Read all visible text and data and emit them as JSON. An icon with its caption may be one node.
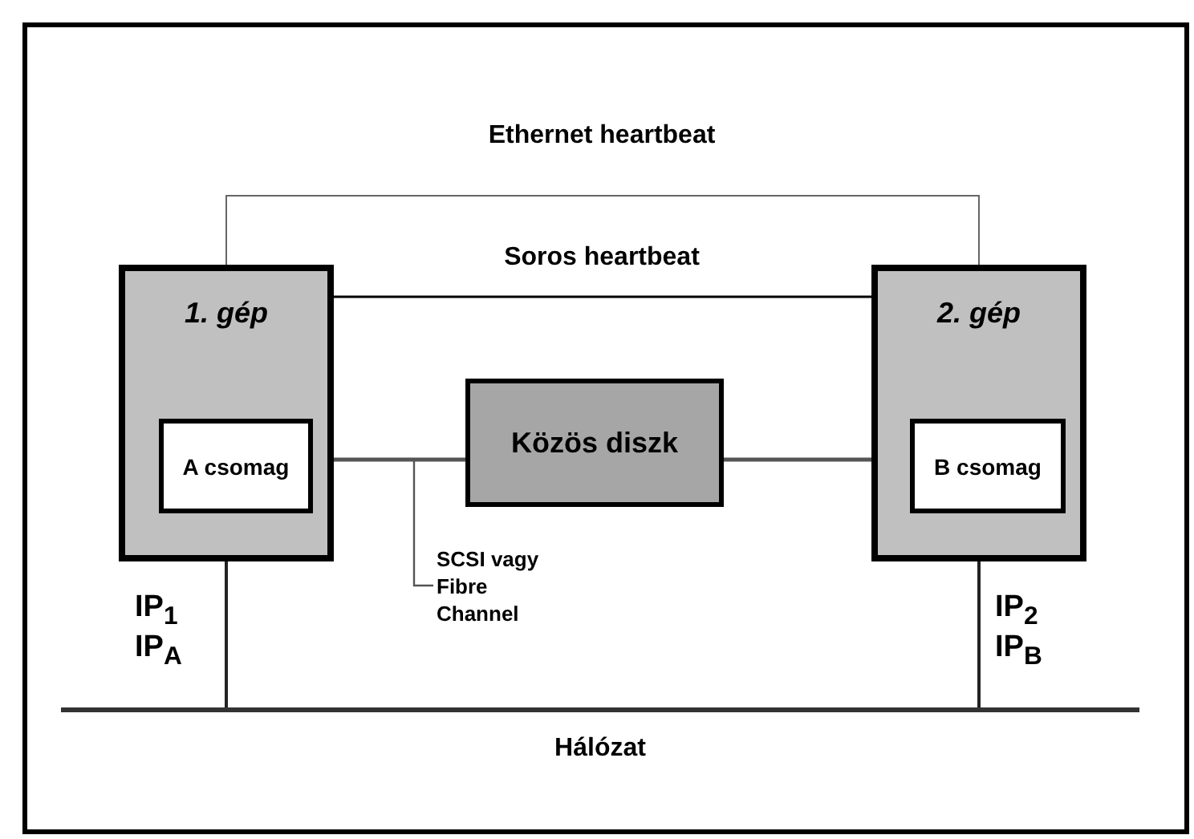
{
  "diagram": {
    "nodes": [
      {
        "text": [
          "1. gép"
        ]
      },
      {
        "text": [
          "A csomag"
        ],
        "in": 0
      },
      {
        "text": [
          "2. gép"
        ]
      },
      {
        "text": [
          "B csomag"
        ],
        "in": 2
      },
      {
        "text": [
          "Közös diszk"
        ]
      },
      {
        "text": [
          "Hálózat"
        ]
      },
      {
        "text": [
          "SCSI vagy Fibre Channel"
        ]
      }
    ],
    "edges": [
      {
        "from": 0,
        "to": 2,
        "arrow": "none",
        "label": "Ethernet heartbeat"
      },
      {
        "from": 0,
        "to": 2,
        "arrow": "none",
        "label": "Soros heartbeat"
      },
      {
        "from": 1,
        "to": 4,
        "arrow": "none"
      },
      {
        "from": 4,
        "to": 3,
        "arrow": "none"
      },
      {
        "from": 6,
        "to": null,
        "arrow": "none"
      },
      {
        "from": 0,
        "to": 5,
        "arrow": "none"
      },
      {
        "from": 2,
        "to": 5,
        "arrow": "none"
      }
    ],
    "labels": [
      "IP$_{1}$",
      "IP$_{A}$",
      "IP$_{2}$",
      "IP$_{B}$"
    ]
  }
}
